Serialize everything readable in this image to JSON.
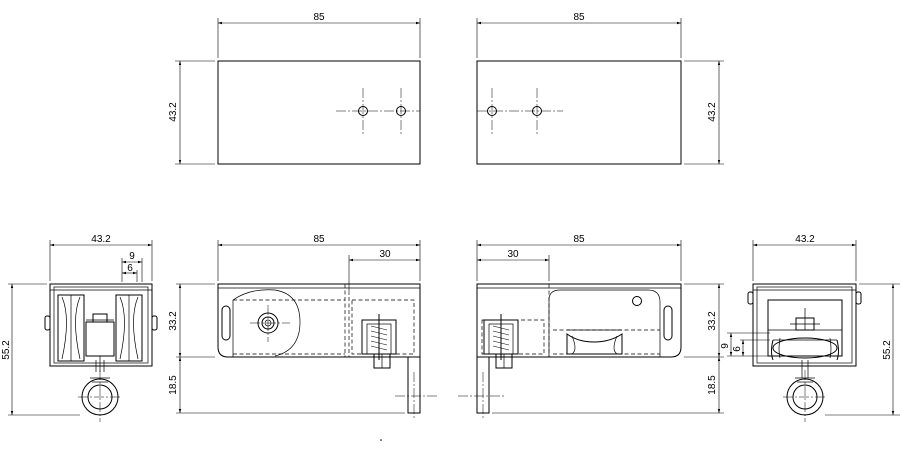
{
  "dimensions": {
    "top_left_width": "85",
    "top_left_height": "43.2",
    "top_right_width": "85",
    "top_right_height": "43.2",
    "side_left_width": "43.2",
    "side_left_inner_outer": "9",
    "side_left_inner_inner": "6",
    "side_left_height": "55.2",
    "front_left_width": "85",
    "front_left_offset": "30",
    "front_left_body": "33.2",
    "front_left_bracket": "18.5",
    "front_right_width": "85",
    "front_right_offset": "30",
    "front_right_body": "33.2",
    "front_right_bracket": "18.5",
    "side_right_width": "43.2",
    "side_right_outer": "9",
    "side_right_inner": "6",
    "side_right_height": "55.2"
  },
  "colors": {
    "line": "#000000",
    "background": "#ffffff"
  }
}
